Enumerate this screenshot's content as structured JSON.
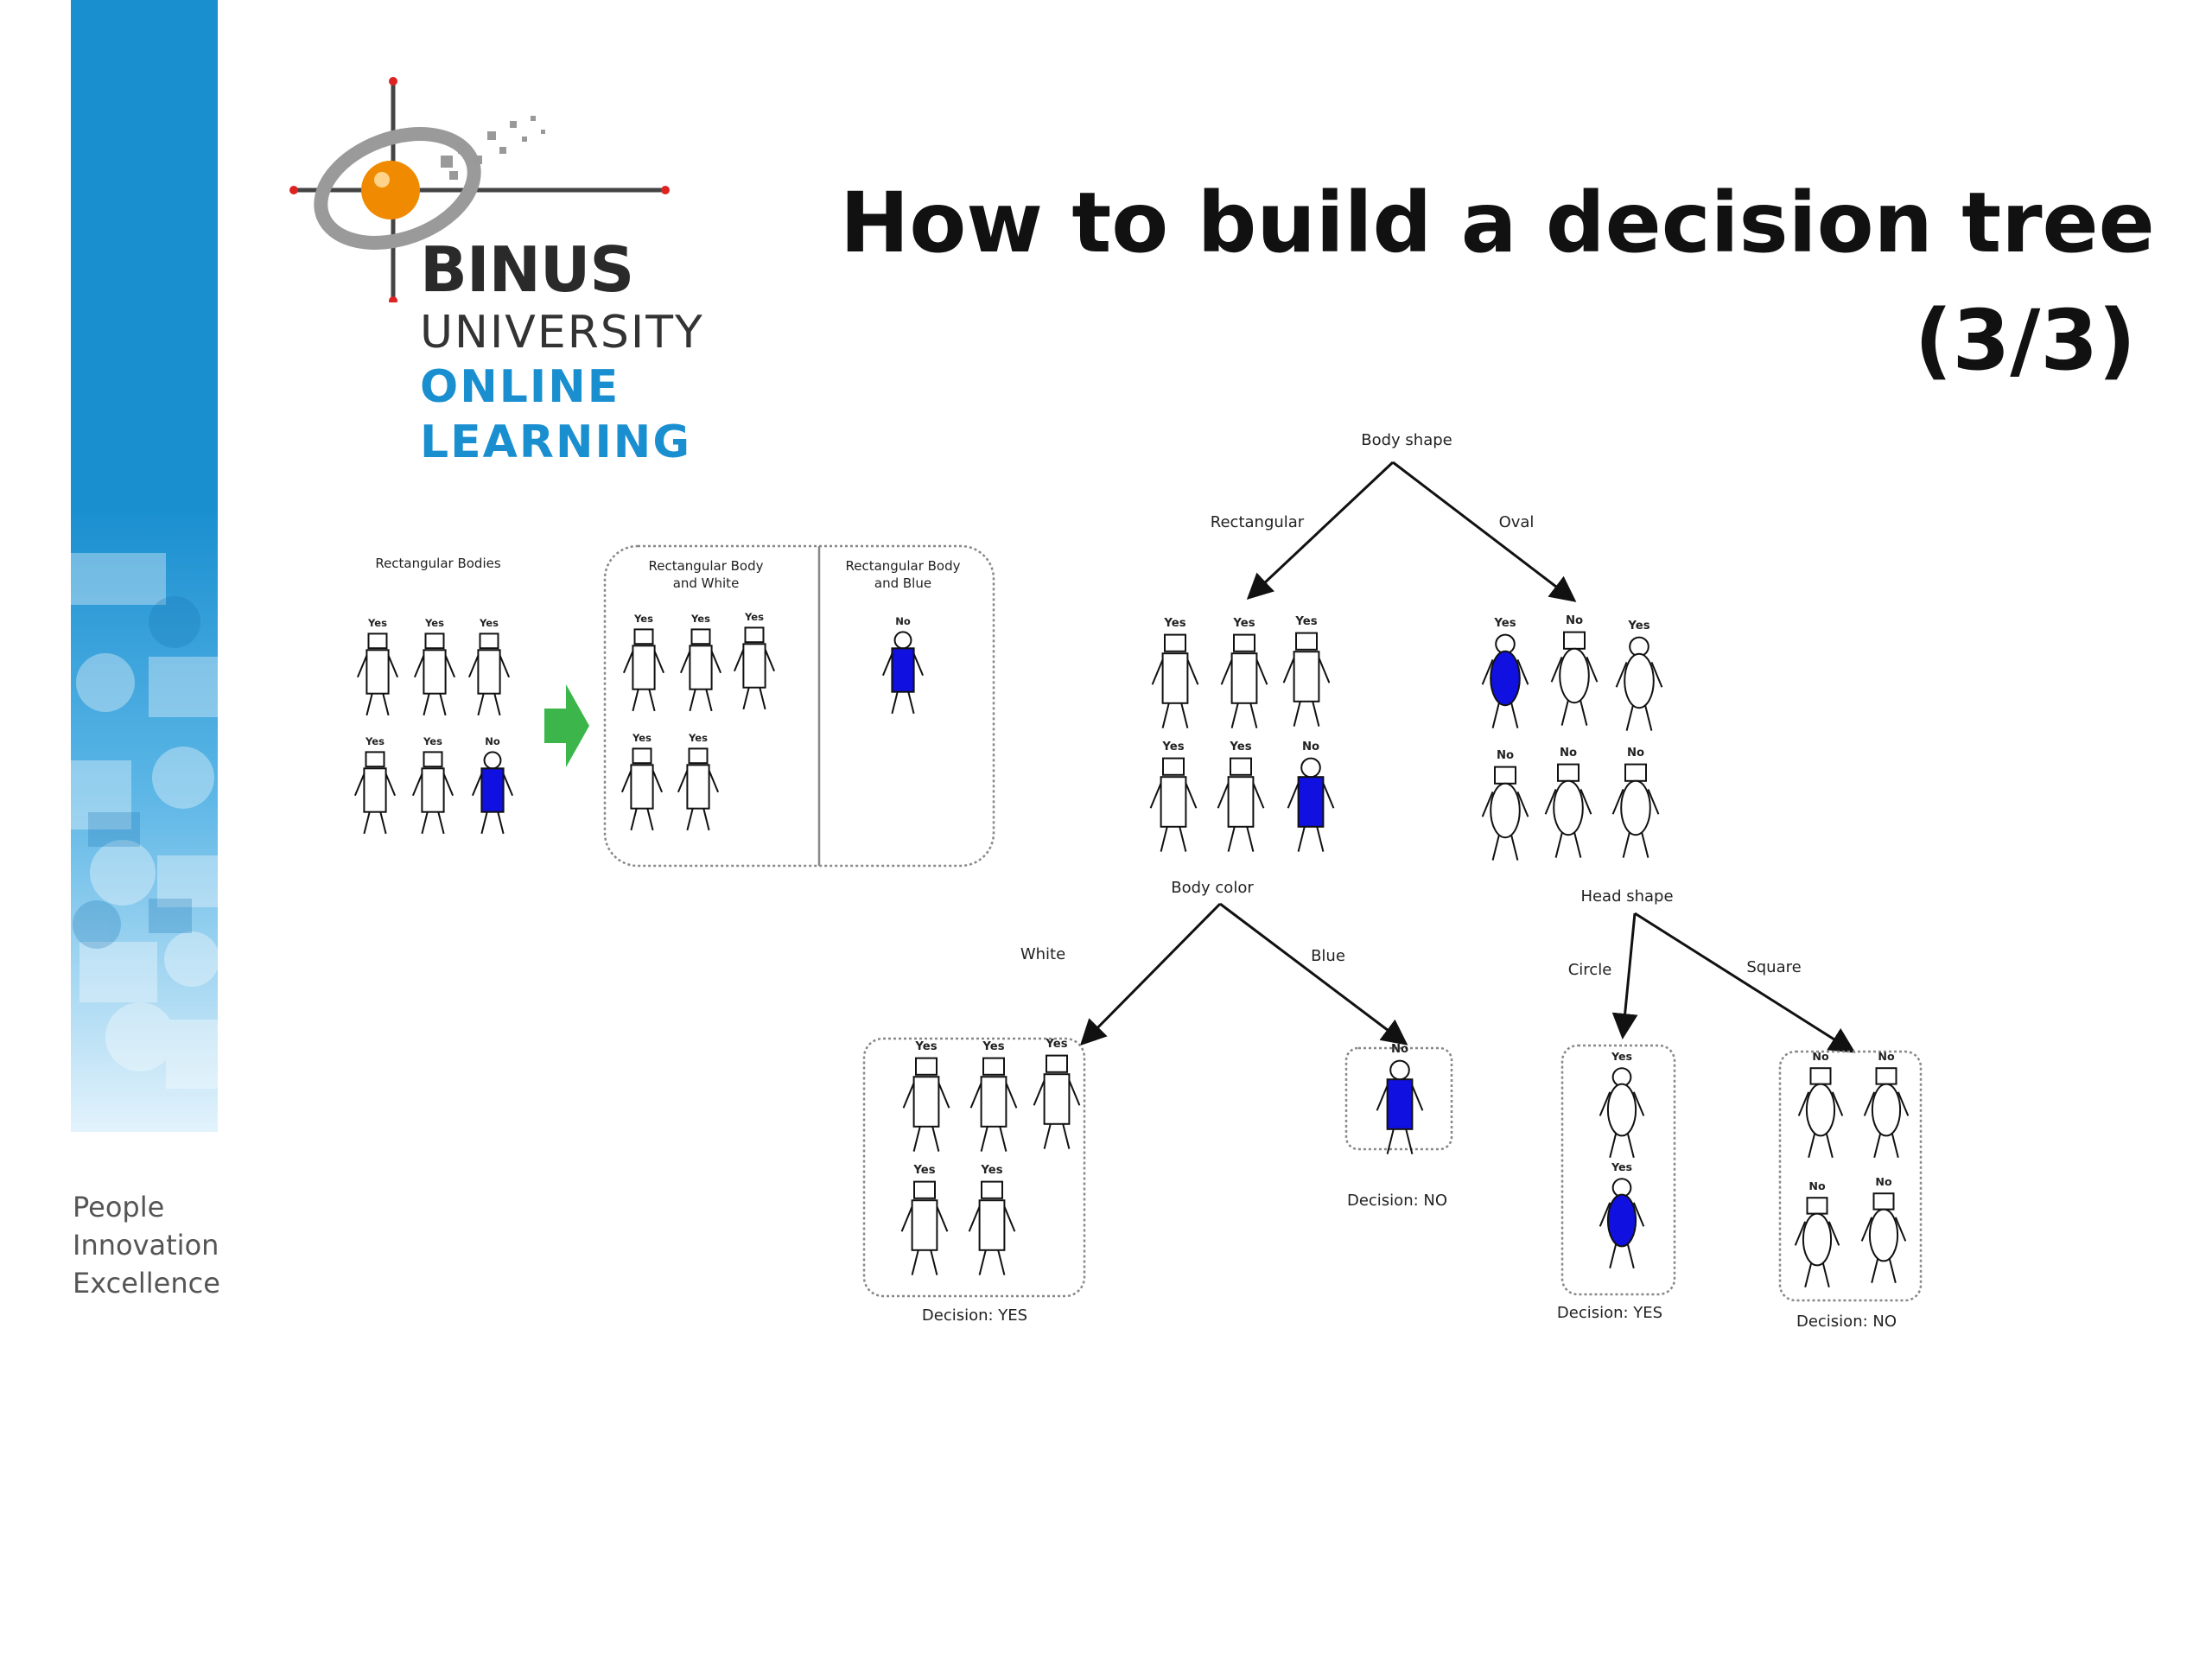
{
  "slide": {
    "title_line1": "How to build a decision tree",
    "title_line2": "(3/3)"
  },
  "branding": {
    "logo_word1": "BINUS",
    "logo_word2": "UNIVERSITY",
    "logo_word3": "ONLINE",
    "logo_word4": "LEARNING",
    "tagline": [
      "People",
      "Innovation",
      "Excellence"
    ],
    "colors": {
      "sidebar_blue": "#1a8fd0",
      "logo_orange": "#f08a00",
      "arrow_green": "#3cb64a",
      "figure_blue": "#1010e0"
    }
  },
  "left_panel": {
    "group_label": "Rectangular Bodies",
    "split_label_white": [
      "Rectangular Body",
      "and White"
    ],
    "split_label_blue": [
      "Rectangular Body",
      "and Blue"
    ]
  },
  "tree": {
    "root_label": "Body shape",
    "edge_rectangular": "Rectangular",
    "edge_oval": "Oval",
    "node_body_color": "Body color",
    "edge_white": "White",
    "edge_blue": "Blue",
    "node_head_shape": "Head shape",
    "edge_circle": "Circle",
    "edge_square": "Square",
    "decision_white": "Decision: YES",
    "decision_blue": "Decision: NO",
    "decision_circle": "Decision: YES",
    "decision_square": "Decision: NO"
  },
  "figure_labels": {
    "yes": "Yes",
    "no": "No"
  },
  "figures": {
    "left_group": [
      {
        "body": "rect",
        "color": "white",
        "head": "square",
        "label": "yes"
      },
      {
        "body": "rect",
        "color": "white",
        "head": "square",
        "label": "yes"
      },
      {
        "body": "rect",
        "color": "white",
        "head": "square",
        "label": "yes"
      },
      {
        "body": "rect",
        "color": "white",
        "head": "square",
        "label": "yes"
      },
      {
        "body": "rect",
        "color": "white",
        "head": "square",
        "label": "yes"
      },
      {
        "body": "rect",
        "color": "blue",
        "head": "circle",
        "label": "no"
      }
    ],
    "split_white": [
      {
        "body": "rect",
        "color": "white",
        "head": "square",
        "label": "yes"
      },
      {
        "body": "rect",
        "color": "white",
        "head": "square",
        "label": "yes"
      },
      {
        "body": "rect",
        "color": "white",
        "head": "square",
        "label": "yes"
      },
      {
        "body": "rect",
        "color": "white",
        "head": "square",
        "label": "yes"
      },
      {
        "body": "rect",
        "color": "white",
        "head": "square",
        "label": "yes"
      }
    ],
    "split_blue": [
      {
        "body": "rect",
        "color": "blue",
        "head": "circle",
        "label": "no"
      }
    ],
    "rect_group": [
      {
        "body": "rect",
        "color": "white",
        "head": "square",
        "label": "yes"
      },
      {
        "body": "rect",
        "color": "white",
        "head": "square",
        "label": "yes"
      },
      {
        "body": "rect",
        "color": "white",
        "head": "square",
        "label": "yes"
      },
      {
        "body": "rect",
        "color": "white",
        "head": "square",
        "label": "yes"
      },
      {
        "body": "rect",
        "color": "white",
        "head": "square",
        "label": "yes"
      },
      {
        "body": "rect",
        "color": "blue",
        "head": "circle",
        "label": "no"
      }
    ],
    "oval_group": [
      {
        "body": "oval",
        "color": "blue",
        "head": "circle",
        "label": "yes"
      },
      {
        "body": "oval",
        "color": "white",
        "head": "square",
        "label": "no"
      },
      {
        "body": "oval",
        "color": "white",
        "head": "circle",
        "label": "yes"
      },
      {
        "body": "oval",
        "color": "white",
        "head": "square",
        "label": "no"
      },
      {
        "body": "oval",
        "color": "white",
        "head": "square",
        "label": "no"
      },
      {
        "body": "oval",
        "color": "white",
        "head": "square",
        "label": "no"
      }
    ],
    "leaf_white": [
      {
        "body": "rect",
        "color": "white",
        "head": "square",
        "label": "yes"
      },
      {
        "body": "rect",
        "color": "white",
        "head": "square",
        "label": "yes"
      },
      {
        "body": "rect",
        "color": "white",
        "head": "square",
        "label": "yes"
      },
      {
        "body": "rect",
        "color": "white",
        "head": "square",
        "label": "yes"
      },
      {
        "body": "rect",
        "color": "white",
        "head": "square",
        "label": "yes"
      }
    ],
    "leaf_blue": [
      {
        "body": "rect",
        "color": "blue",
        "head": "circle",
        "label": "no"
      }
    ],
    "leaf_circle": [
      {
        "body": "oval",
        "color": "white",
        "head": "circle",
        "label": "yes"
      },
      {
        "body": "oval",
        "color": "blue",
        "head": "circle",
        "label": "yes"
      }
    ],
    "leaf_square": [
      {
        "body": "oval",
        "color": "white",
        "head": "square",
        "label": "no"
      },
      {
        "body": "oval",
        "color": "white",
        "head": "square",
        "label": "no"
      },
      {
        "body": "oval",
        "color": "white",
        "head": "square",
        "label": "no"
      },
      {
        "body": "oval",
        "color": "white",
        "head": "square",
        "label": "no"
      }
    ]
  }
}
